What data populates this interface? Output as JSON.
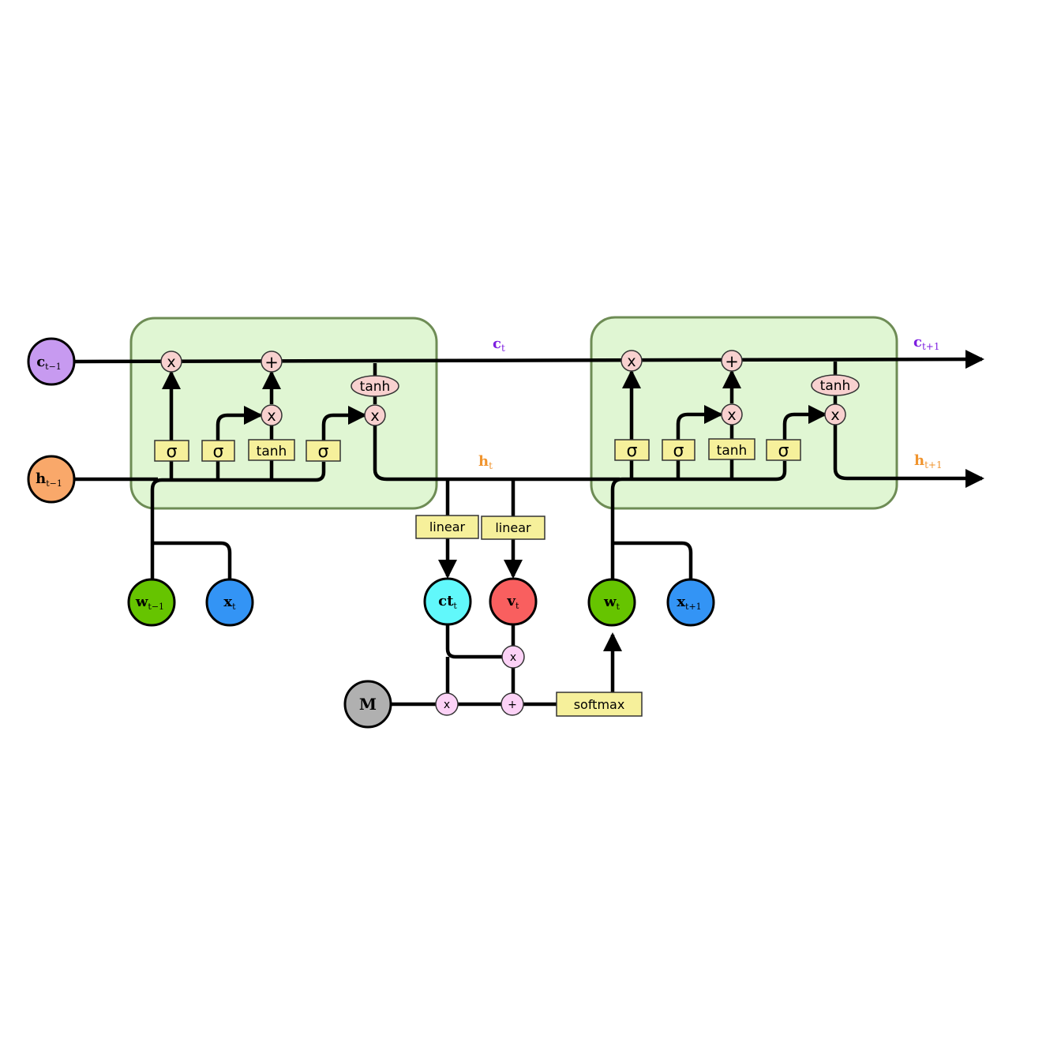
{
  "colors": {
    "cell_fill": "#e0f6d3",
    "cell_border": "#6e8c55",
    "gate_fill": "#f6f09b",
    "op_fill": "#f8d1cf",
    "op_pink_fill": "#fcd2f6",
    "c_state": "#7d1ee0",
    "h_state": "#f0942e",
    "node_c_prev": "#c79af0",
    "node_h_prev": "#f9a86a",
    "node_w": "#66c400",
    "node_x": "#3394f5",
    "node_ct": "#61f8fb",
    "node_v": "#f95f5f",
    "node_M": "#b0b0b0"
  },
  "cells": [
    {
      "gates": [
        {
          "label": "σ"
        },
        {
          "label": "σ"
        },
        {
          "label": "tanh"
        },
        {
          "label": "σ"
        }
      ],
      "ops": {
        "forget": "x",
        "add": "+",
        "input": "x",
        "output": "x"
      },
      "tanh_label": "tanh"
    },
    {
      "gates": [
        {
          "label": "σ"
        },
        {
          "label": "σ"
        },
        {
          "label": "tanh"
        },
        {
          "label": "σ"
        }
      ],
      "ops": {
        "forget": "x",
        "add": "+",
        "input": "x",
        "output": "x"
      },
      "tanh_label": "tanh"
    }
  ],
  "states": {
    "c_t": {
      "base": "c",
      "sub": "t"
    },
    "c_t1": {
      "base": "c",
      "sub": "t+1"
    },
    "h_t": {
      "base": "h",
      "sub": "t"
    },
    "h_t1": {
      "base": "h",
      "sub": "t+1"
    }
  },
  "nodes": {
    "c_prev": {
      "base": "c",
      "sub": "t−1"
    },
    "h_prev": {
      "base": "h",
      "sub": "t−1"
    },
    "w_prev": {
      "base": "w",
      "sub": "t−1"
    },
    "x_t": {
      "base": "x",
      "sub": "t"
    },
    "ct_t": {
      "base": "ct",
      "sub": "t"
    },
    "v_t": {
      "base": "v",
      "sub": "t"
    },
    "w_t": {
      "base": "w",
      "sub": "t"
    },
    "x_t1": {
      "base": "x",
      "sub": "t+1"
    },
    "M": {
      "base": "M",
      "sub": ""
    }
  },
  "boxes": {
    "linear_left": "linear",
    "linear_right": "linear",
    "softmax": "softmax"
  },
  "memory_ops": {
    "mul_upper": "x",
    "mul_lower": "x",
    "add_lower": "+"
  }
}
